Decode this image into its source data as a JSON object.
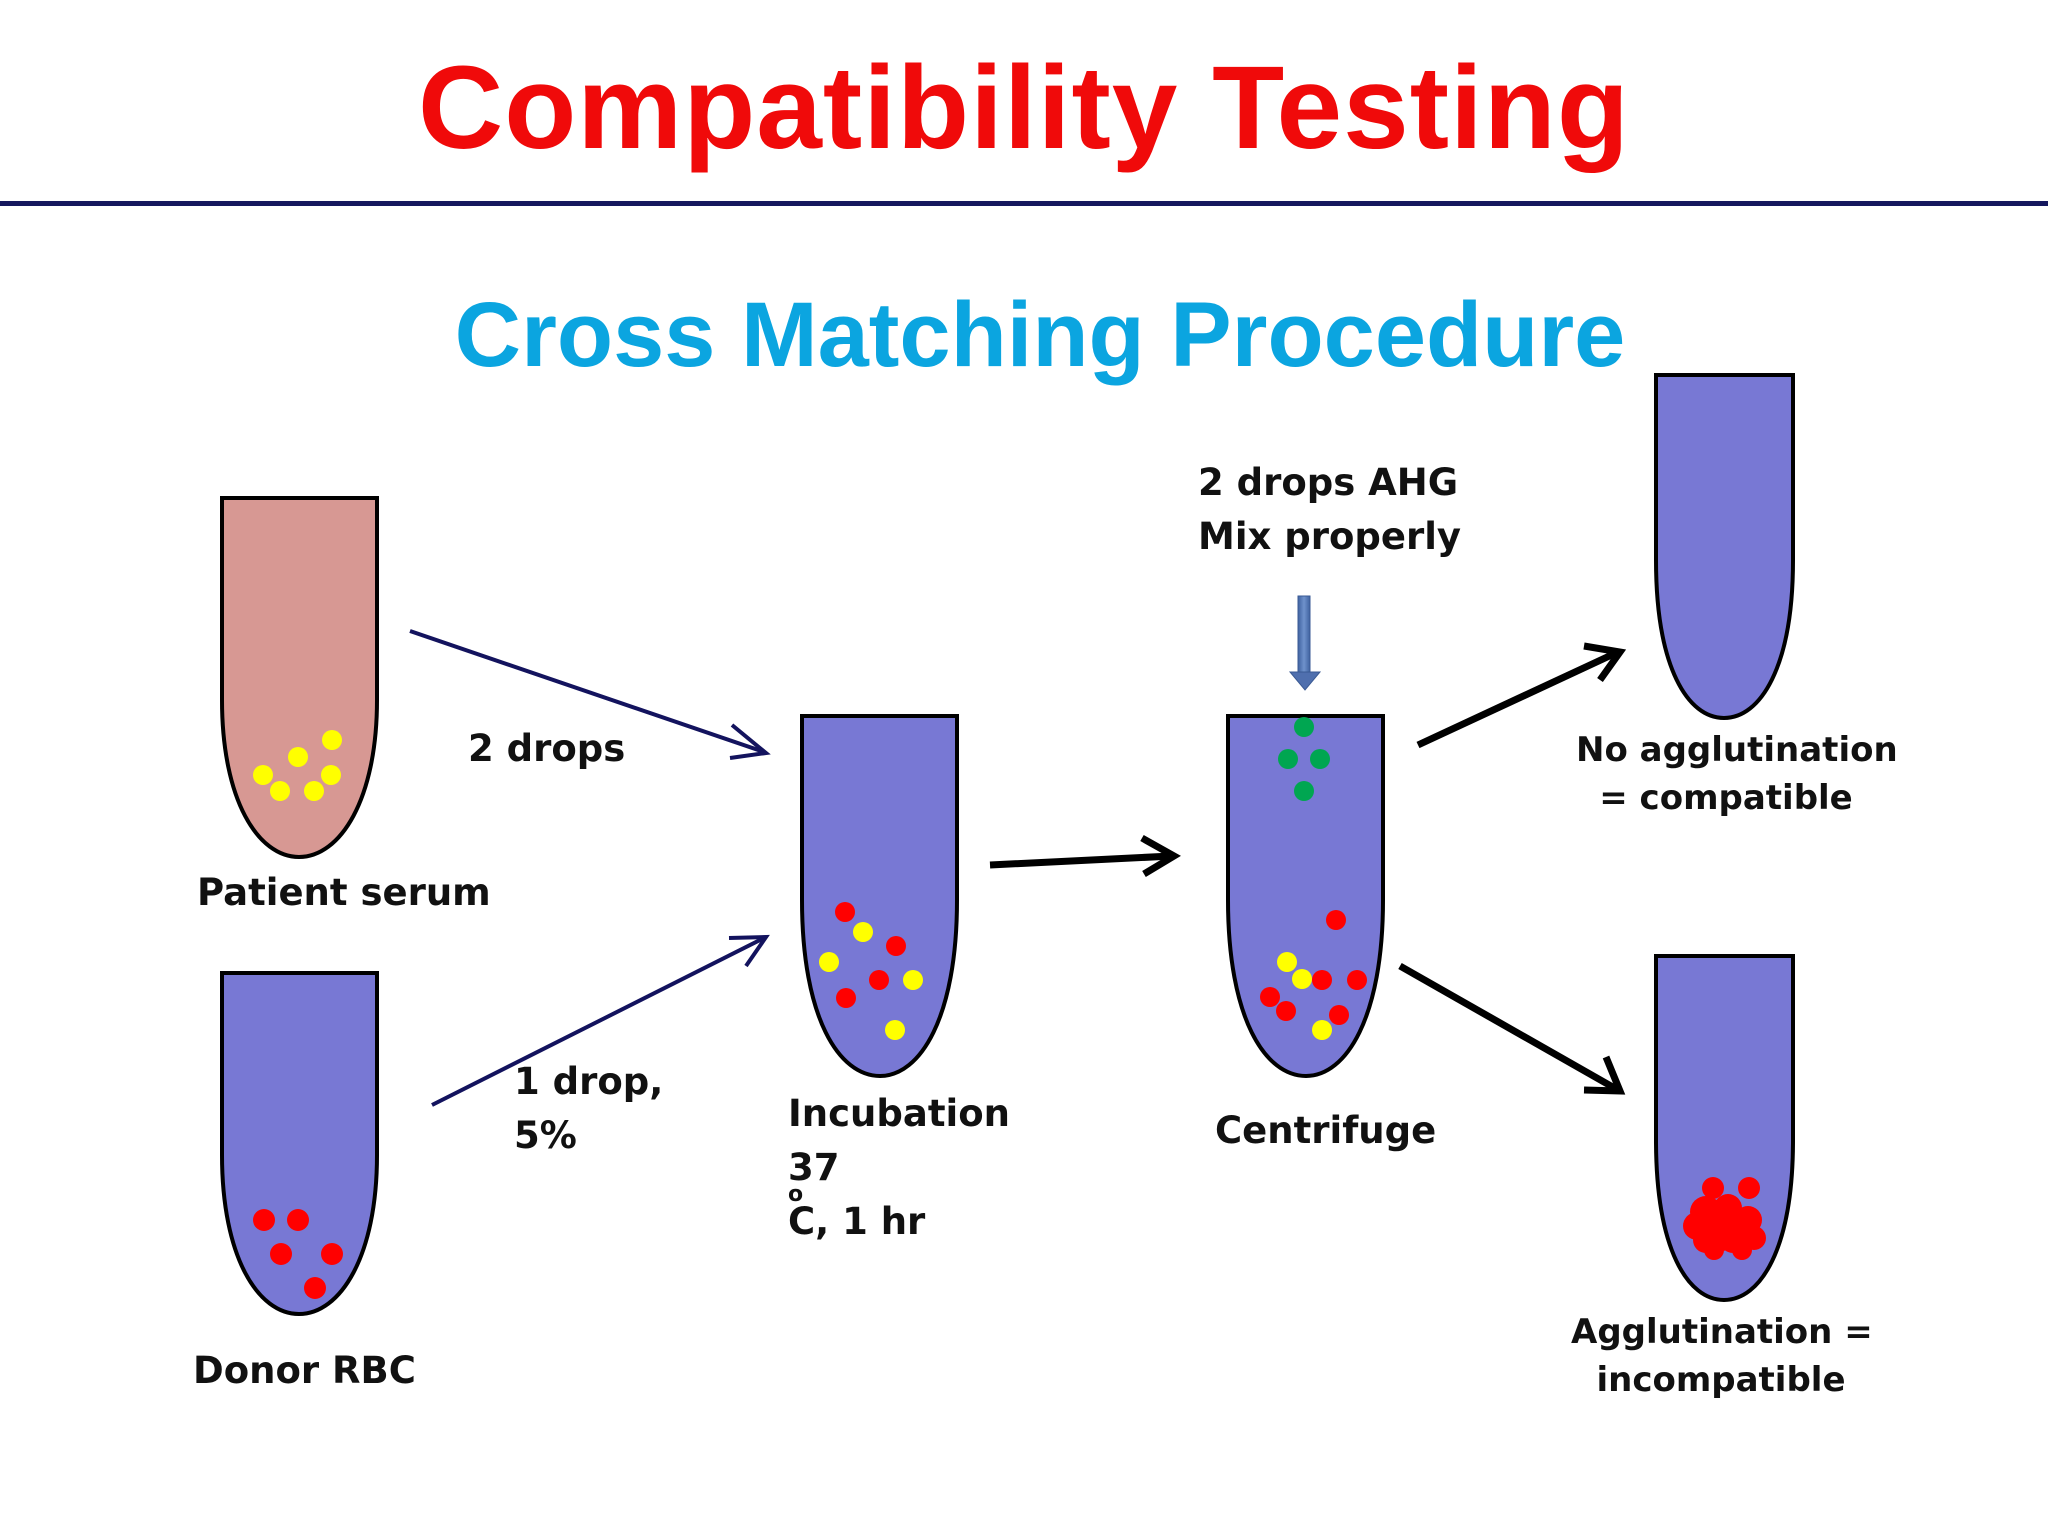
{
  "title": "Compatibility Testing",
  "subtitle": "Cross Matching Procedure",
  "labels": {
    "patient_serum": "Patient serum",
    "donor_rbc": "Donor RBC",
    "two_drops": "2 drops",
    "one_drop_line1": "1 drop,",
    "one_drop_line2": "5%",
    "incubation_line1": "Incubation",
    "incubation_line2_a": "37",
    "incubation_line2_sup": "o",
    "incubation_line2_b": "C, 1 hr",
    "ahg_line1": "2 drops AHG",
    "ahg_line2": "Mix properly",
    "centrifuge": "Centrifuge",
    "no_agglutination_line1": "No agglutination",
    "no_agglutination_line2": "= compatible",
    "agglutination_line1": "Agglutination =",
    "agglutination_line2": "incompatible"
  },
  "colors": {
    "title": "#f00a0a",
    "subtitle": "#0ba5e0",
    "rule": "#15185e",
    "serum_tube": "#d79893",
    "blue_tube": "#7878d4",
    "serum_particle": "#ffff00",
    "rbc_particle": "#ff0000",
    "ahg_particle": "#00a651",
    "navy_arrow": "#13135e",
    "black_arrow": "#000000",
    "ahg_arrow": "#5a7db8"
  }
}
